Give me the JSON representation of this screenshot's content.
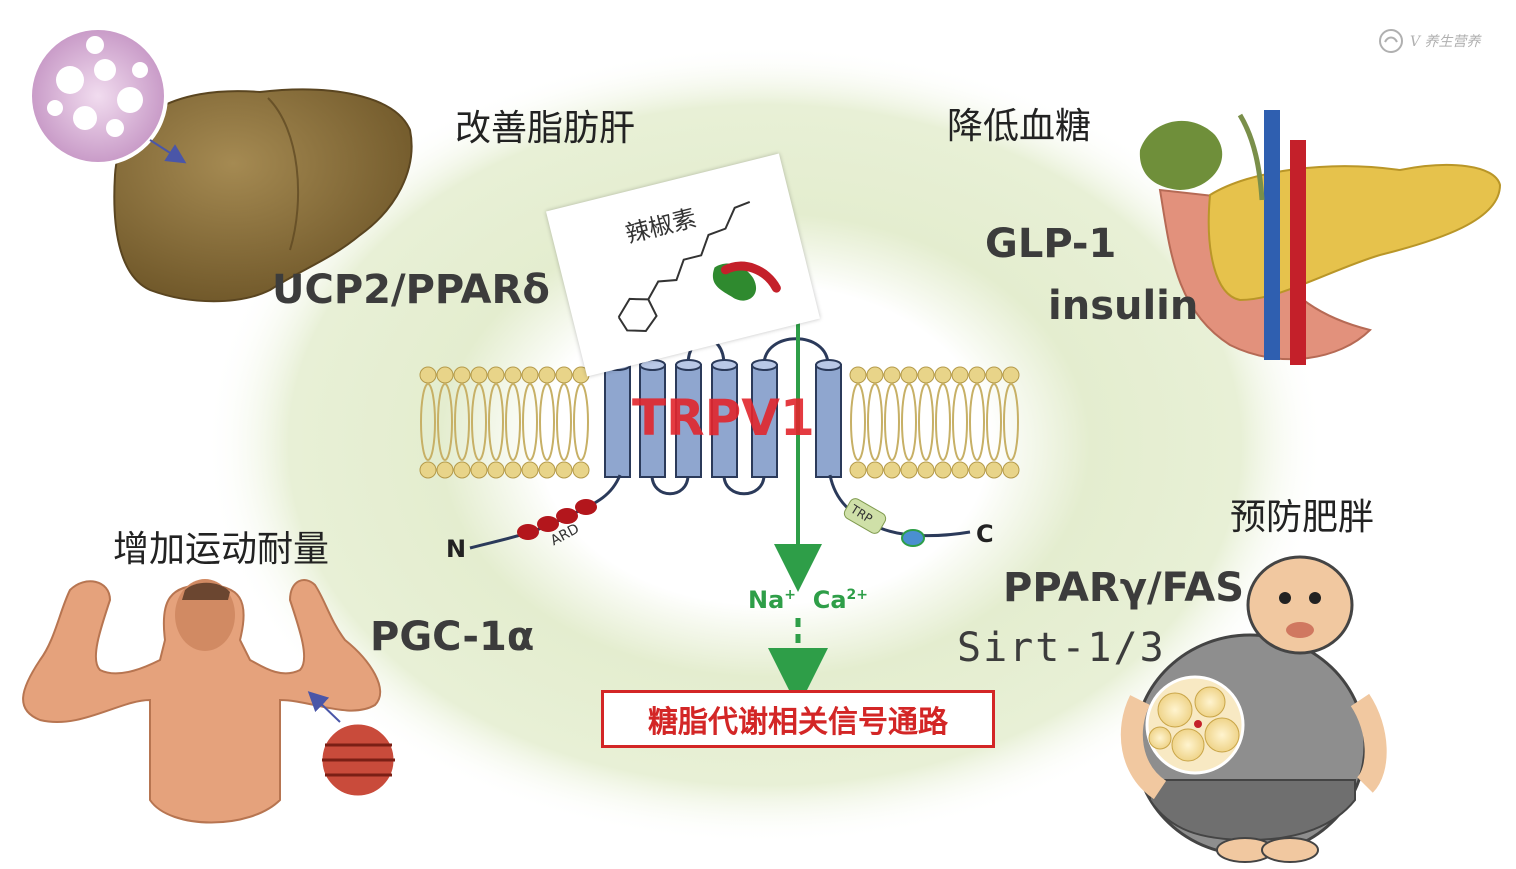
{
  "labels": {
    "fatty_liver": "改善脂肪肝",
    "lower_glucose": "降低血糖",
    "endurance": "增加运动耐量",
    "obesity": "预防肥胖",
    "ucp2": "UCP2/PPARδ",
    "glp1": "GLP-1",
    "insulin": "insulin",
    "pgc": "PGC-1α",
    "ppar_fas": "PPARγ/FAS",
    "sirt": "Sirt-1/3",
    "trpv1": "TRPV1",
    "capsaicin": "辣椒素",
    "ard": "ARD",
    "trp": "TRP",
    "n_term": "N",
    "c_term": "C",
    "na": "Na",
    "na_sup": "+",
    "ca": "Ca",
    "ca_sup": "2+",
    "pathway": "糖脂代谢相关信号通路",
    "watermark": "V 养生营养"
  },
  "colors": {
    "background_glow": "#e4edcf",
    "helix": "#8fa6cf",
    "lipid_head": "#e8d489",
    "arrow": "#2e9e48",
    "title_red": "#e2262d",
    "ard_bead": "#b3161c"
  }
}
